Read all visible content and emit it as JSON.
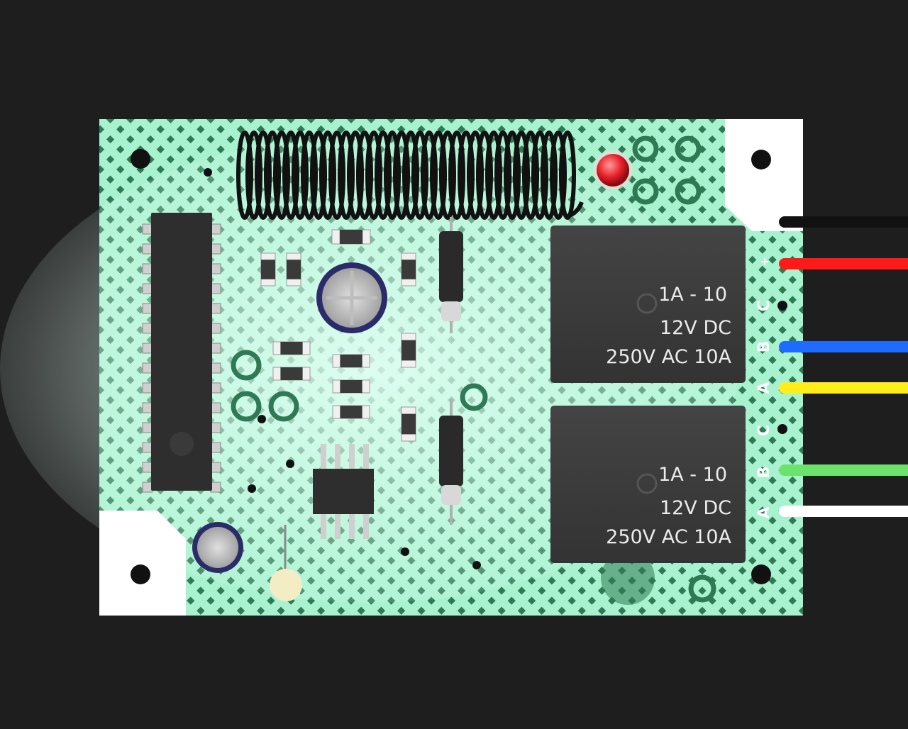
{
  "relays": [
    {
      "line1": "1A - 10",
      "line2": "12V DC",
      "line3": "250V AC 10A"
    },
    {
      "line1": "1A - 10",
      "line2": "12V DC",
      "line3": "250V AC 10A"
    }
  ],
  "pin_labels": [
    "+",
    "C",
    "B",
    "A",
    "C",
    "B",
    "A"
  ],
  "wire_colors": [
    "#111111",
    "#ff1a1a",
    "#1e6bff",
    "#ffee1a",
    "#6be26b",
    "#ffffff"
  ],
  "colors": {
    "background": "#1e1e1e",
    "board": "#9ff0c8",
    "relay_body": "#3a3a3a",
    "led": "#e8202a"
  }
}
